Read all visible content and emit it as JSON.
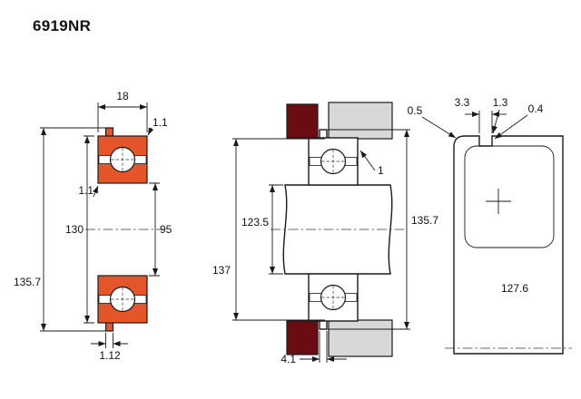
{
  "title": "6919NR",
  "colors": {
    "bearing_section": "#e4562a",
    "housing_block": "#6b0c12",
    "housing_plate": "#d8d8d8"
  },
  "front_view": {
    "width": "18",
    "outer_chamfer": "1.1",
    "inner_chamfer": "1.1",
    "outer_diameter": "130",
    "bore_diameter": "95",
    "snap_ring_diameter": "135.7",
    "snap_ring_protrusion": "1.12"
  },
  "mounted_view": {
    "shaft_abutment_diameter": "123.5",
    "housing_bore_diameter": "137",
    "side_clearance": "1",
    "snap_ring_diameter": "135.7",
    "groove_offset": "4.1"
  },
  "housing_detail_view": {
    "corner_radius": "0.5",
    "groove_width": "3.3",
    "land_width": "1.3",
    "edge_radius": "0.4",
    "groove_diameter": "127.6"
  }
}
